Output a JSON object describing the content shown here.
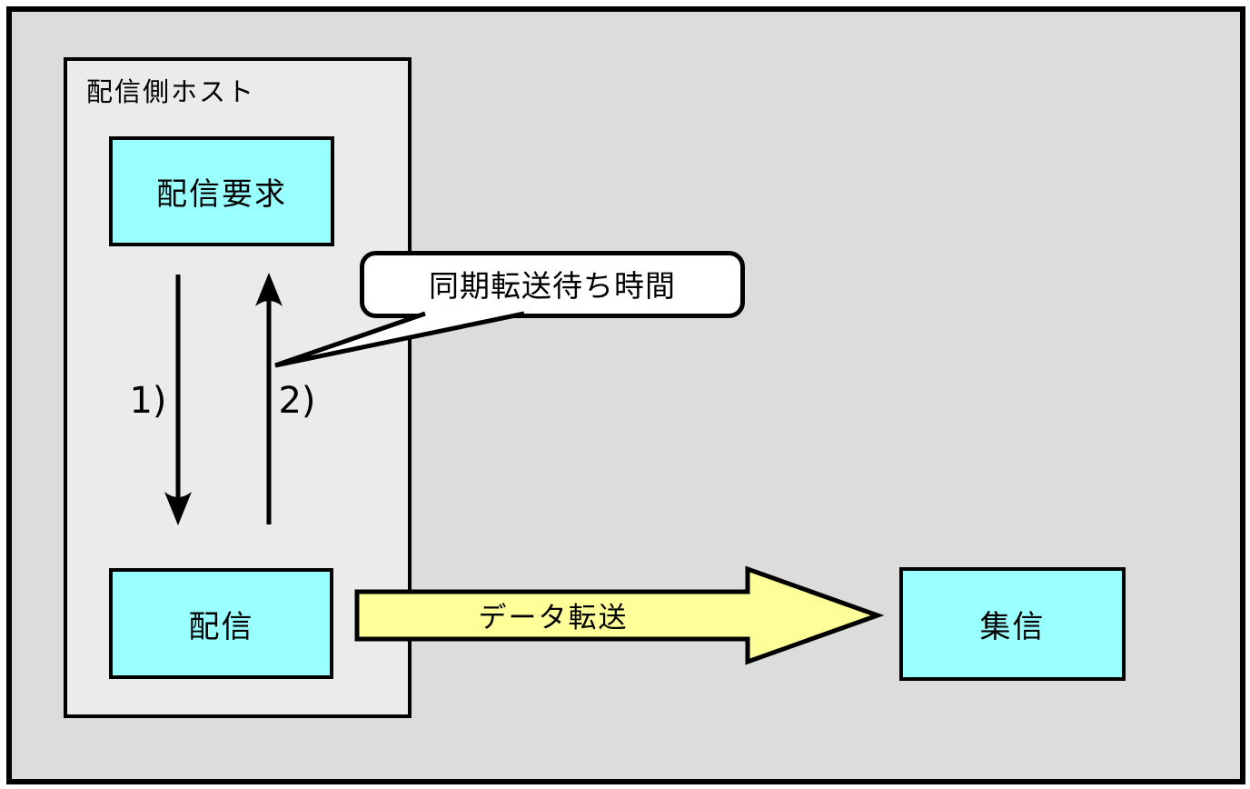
{
  "diagram": {
    "host_group_label": "配信側ホスト",
    "request_box_label": "配信要求",
    "sender_box_label": "配信",
    "receiver_box_label": "集信",
    "step1_label": "1)",
    "step2_label": "2)",
    "callout_label": "同期転送待ち時間",
    "data_transfer_label": "データ転送",
    "colors": {
      "canvas_background": "#dcdcdc",
      "host_group_fill": "#ebebeb",
      "process_box_fill": "#99ffff",
      "transfer_arrow_fill": "#ffff99",
      "callout_fill": "#ffffff",
      "line_color": "#000000"
    }
  }
}
